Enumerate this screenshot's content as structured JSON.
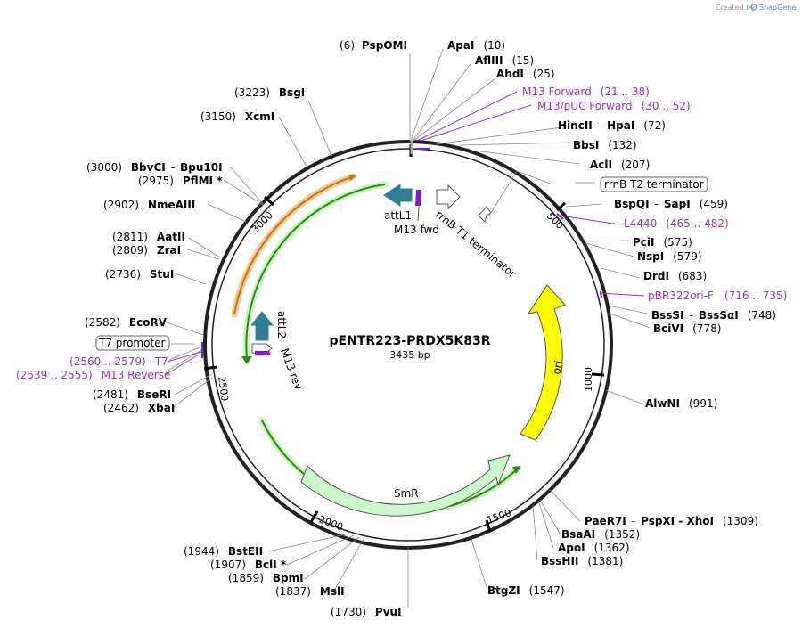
{
  "credit": {
    "prefix": "Created by",
    "brand": "SnapGene"
  },
  "plasmid": {
    "name": "pENTR223-PRDX5K83R",
    "length_label": "3435 bp"
  },
  "colors": {
    "backbone": "#222222",
    "feature_label": "#9b32c8",
    "green_arc": "#2f8a1e",
    "orange_arc": "#d4902e",
    "ori": "#ffff00",
    "smr": "#c8f5c8",
    "attl": "#2f7f95",
    "primer": "#7f1ccf"
  },
  "ticks": [
    "500",
    "1000",
    "1500",
    "2000",
    "2500",
    "3000"
  ],
  "sites": [
    {
      "pos": "(6)",
      "name": "PspOMI",
      "suffix": ""
    },
    {
      "pos": "(10)",
      "name": "ApaI",
      "suffix": ""
    },
    {
      "pos": "(15)",
      "name": "AflIII",
      "suffix": ""
    },
    {
      "pos": "(25)",
      "name": "AhdI",
      "suffix": ""
    },
    {
      "pos": "(72)",
      "name": "HincII",
      "suffix": "HpaI"
    },
    {
      "pos": "(132)",
      "name": "BbsI",
      "suffix": ""
    },
    {
      "pos": "(207)",
      "name": "AclI",
      "suffix": ""
    },
    {
      "pos": "(459)",
      "name": "BspQI",
      "suffix": "SapI"
    },
    {
      "pos": "(575)",
      "name": "PciI",
      "suffix": ""
    },
    {
      "pos": "(579)",
      "name": "NspI",
      "suffix": ""
    },
    {
      "pos": "(683)",
      "name": "DrdI",
      "suffix": ""
    },
    {
      "pos": "(748)",
      "name": "BssSI",
      "suffix": "BssSαI"
    },
    {
      "pos": "(778)",
      "name": "BciVI",
      "suffix": ""
    },
    {
      "pos": "(991)",
      "name": "AlwNI",
      "suffix": ""
    },
    {
      "pos": "(1309)",
      "name": "PaeR7I",
      "suffix": "PspXI  -  XhoI"
    },
    {
      "pos": "(1352)",
      "name": "BsaAI",
      "suffix": ""
    },
    {
      "pos": "(1362)",
      "name": "ApoI",
      "suffix": ""
    },
    {
      "pos": "(1381)",
      "name": "BssHII",
      "suffix": ""
    },
    {
      "pos": "(1547)",
      "name": "BtgZI",
      "suffix": ""
    },
    {
      "pos": "(1730)",
      "name": "PvuI",
      "suffix": ""
    },
    {
      "pos": "(1837)",
      "name": "MslI",
      "suffix": ""
    },
    {
      "pos": "(1859)",
      "name": "BpmI",
      "suffix": ""
    },
    {
      "pos": "(1907)",
      "name": "BclI *",
      "suffix": ""
    },
    {
      "pos": "(1944)",
      "name": "BstEII",
      "suffix": ""
    },
    {
      "pos": "(2462)",
      "name": "XbaI",
      "suffix": ""
    },
    {
      "pos": "(2481)",
      "name": "BseRI",
      "suffix": ""
    },
    {
      "pos": "(2582)",
      "name": "EcoRV",
      "suffix": ""
    },
    {
      "pos": "(2736)",
      "name": "StuI",
      "suffix": ""
    },
    {
      "pos": "(2809)",
      "name": "ZraI",
      "suffix": ""
    },
    {
      "pos": "(2811)",
      "name": "AatII",
      "suffix": ""
    },
    {
      "pos": "(2902)",
      "name": "NmeAIII",
      "suffix": ""
    },
    {
      "pos": "(2975)",
      "name": "PflMI *",
      "suffix": ""
    },
    {
      "pos": "(3000)",
      "name": "BbvCI",
      "suffix": "Bpu10I"
    },
    {
      "pos": "(3150)",
      "name": "XcmI",
      "suffix": ""
    },
    {
      "pos": "(3223)",
      "name": "BsgI",
      "suffix": ""
    }
  ],
  "primer_labels": [
    {
      "name": "M13 Forward",
      "range": "(21 .. 38)"
    },
    {
      "name": "M13/pUC Forward",
      "range": "(30 .. 52)"
    },
    {
      "name": "L4440",
      "range": "(465 .. 482)"
    },
    {
      "name": "pBR322ori-F",
      "range": "(716 .. 735)"
    },
    {
      "name": "T7",
      "range": "(2560 .. 2579)"
    },
    {
      "name": "M13 Reverse",
      "range": "(2539 .. 2555)"
    }
  ],
  "boxed_labels": [
    "rrnB T2 terminator",
    "T7 promoter"
  ],
  "features": [
    "attL1",
    "M13 fwd",
    "rrnB T1 terminator",
    "ori",
    "SmR",
    "attL2",
    "M13 rev"
  ]
}
